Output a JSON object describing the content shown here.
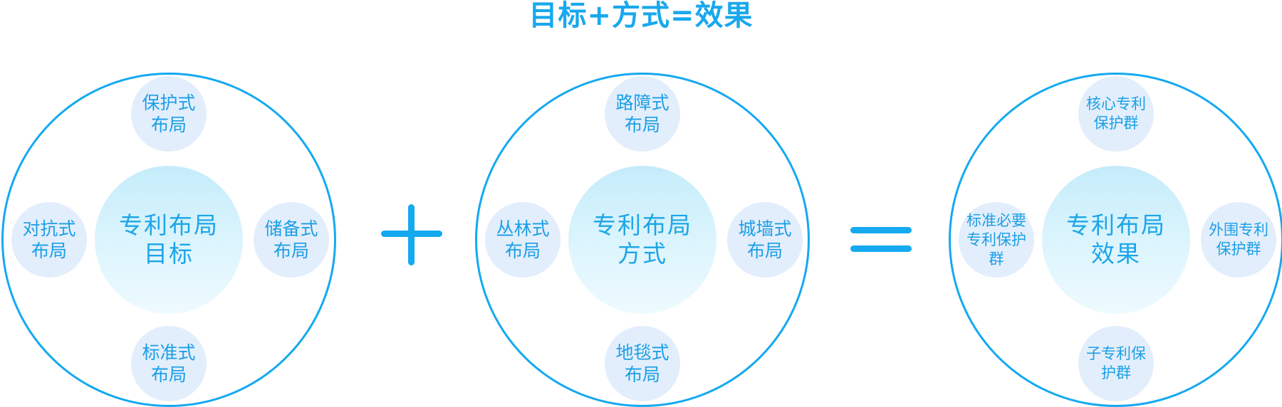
{
  "title": "目标+方式=效果",
  "operators": {
    "plus": "+",
    "equals": "="
  },
  "groups": [
    {
      "center": "专利布局目标",
      "nodes": {
        "top": "保护式布局",
        "left": "对抗式布局",
        "right": "储备式布局",
        "bottom": "标准式布局"
      }
    },
    {
      "center": "专利布局方式",
      "nodes": {
        "top": "路障式布局",
        "left": "丛林式布局",
        "right": "城墙式布局",
        "bottom": "地毯式布局"
      }
    },
    {
      "center": "专利布局效果",
      "nodes": {
        "top": "核心专利保护群",
        "left": "标准必要专利保护群",
        "right": "外围专利保护群",
        "bottom": "子专利保护群"
      }
    }
  ],
  "colors": {
    "accent": "#15a9f0",
    "text": "#1da5e8",
    "node_fill": "#e3eefc",
    "center_fill": "#cdeffc"
  }
}
